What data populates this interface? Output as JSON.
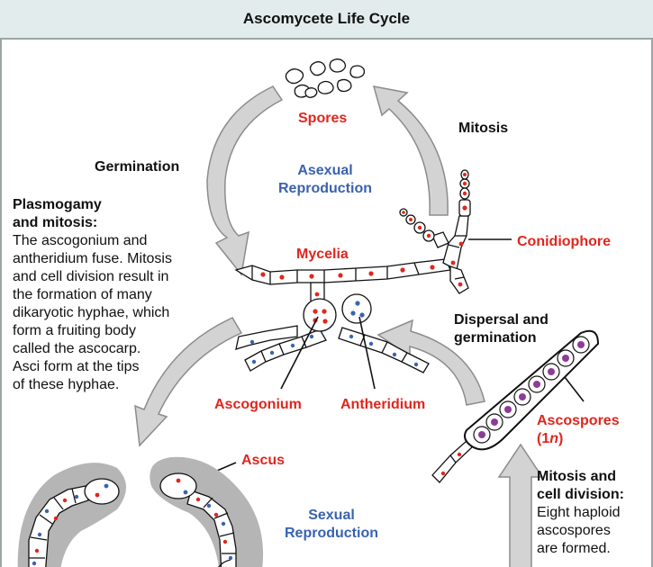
{
  "title": "Ascomycete Life Cycle",
  "labels": {
    "spores": "Spores",
    "mitosis": "Mitosis",
    "germination": "Germination",
    "asexual_line1": "Asexual",
    "asexual_line2": "Reproduction",
    "mycelia": "Mycelia",
    "conidiophore": "Conidiophore",
    "ascogonium": "Ascogonium",
    "antheridium": "Antheridium",
    "dispersal_line1": "Dispersal and",
    "dispersal_line2": "germination",
    "ascospores_line1": "Ascospores",
    "ascospores_line2_pre": "(1",
    "ascospores_line2_n": "n",
    "ascospores_line2_post": ")",
    "ascus": "Ascus",
    "sexual_line1": "Sexual",
    "sexual_line2": "Reproduction"
  },
  "plasmogamy": {
    "heading1": "Plasmogamy",
    "heading2": "and mitosis:",
    "lines": [
      "The ascogonium and",
      "antheridium fuse. Mitosis",
      "and cell division result in",
      "the formation of many",
      "dikaryotic hyphae, which",
      "form a fruiting body",
      "called the ascocarp.",
      "Asci form at the tips",
      "of these hyphae."
    ]
  },
  "mitosis_division": {
    "heading1": "Mitosis and",
    "heading2": "cell division:",
    "lines": [
      "Eight haploid",
      "ascospores",
      "are formed."
    ]
  },
  "colors": {
    "header_bg": "#e3ecec",
    "border": "#9aa6a6",
    "label_red": "#e0261d",
    "label_blue": "#3a62b0",
    "arrow_fill": "#d3d3d3",
    "arrow_stroke": "#8c8c8c",
    "nucleus_red": "#e0261d",
    "nucleus_blue": "#3a62b0",
    "ascospore_purple": "#8e3c98",
    "ascocarp_gray": "#b5b5b5"
  }
}
